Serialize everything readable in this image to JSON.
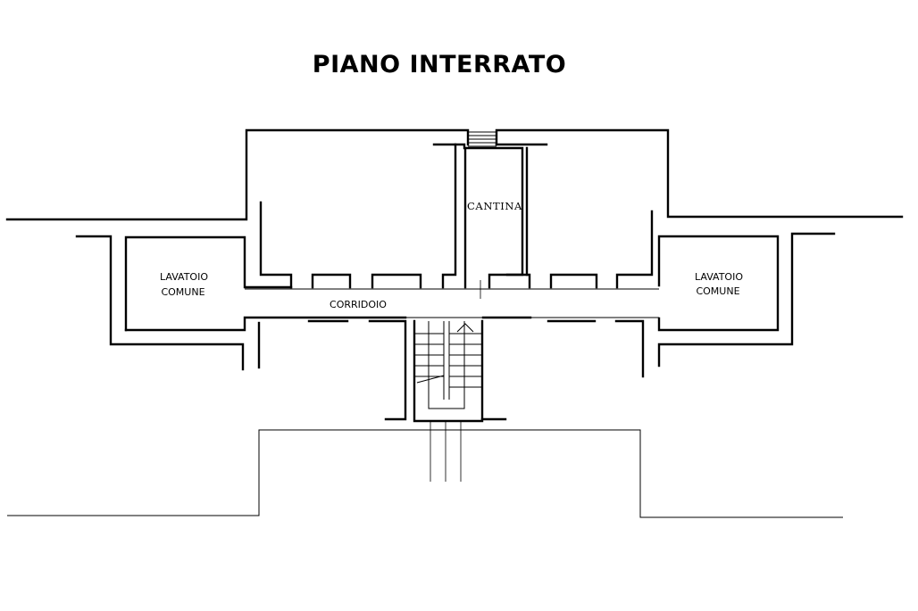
{
  "title": "PIANO INTERRATO",
  "rooms": {
    "cantina": "CANTINA",
    "lavatoio_left": [
      "LAVATOIO",
      "COMUNE"
    ],
    "lavatoio_right": [
      "LAVATOIO",
      "COMUNE"
    ],
    "corridoio": "CORRIDOIO"
  }
}
